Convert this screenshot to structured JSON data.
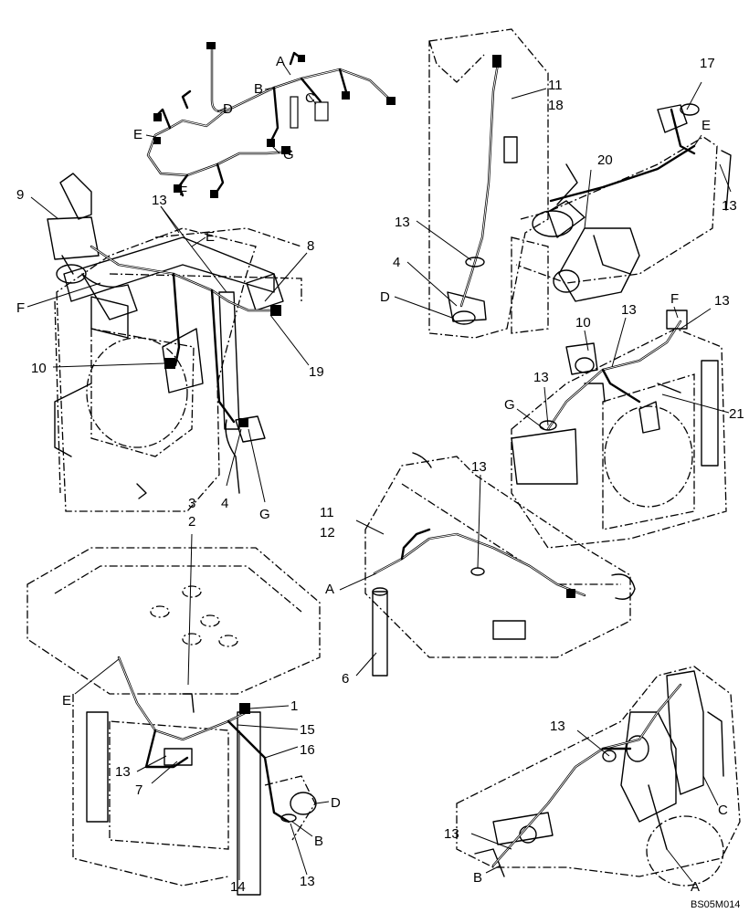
{
  "callouts": {
    "tl": {
      "n9": "9",
      "n13": "13",
      "E": "E",
      "n8": "8",
      "F": "F",
      "n10": "10",
      "n19": "19",
      "n3": "3",
      "n4": "4",
      "G": "G"
    },
    "harness": {
      "A": "A",
      "B": "B",
      "C": "C",
      "D": "D",
      "E": "E",
      "F": "F",
      "G": "G"
    },
    "tr": {
      "n11": "11",
      "n18": "18",
      "n17": "17",
      "E": "E",
      "n20": "20",
      "n13a": "13",
      "n13b": "13",
      "n4": "4",
      "D": "D"
    },
    "mr": {
      "F": "F",
      "n13a": "13",
      "n10": "10",
      "n13b": "13",
      "n13c": "13",
      "G": "G",
      "n21": "21"
    },
    "mid": {
      "n13": "13",
      "n11": "11",
      "n12": "12",
      "A": "A",
      "n6": "6"
    },
    "bl": {
      "n2": "2",
      "E": "E",
      "n1": "1",
      "n15": "15",
      "n16": "16",
      "n13a": "13",
      "n7": "7",
      "D": "D",
      "B": "B",
      "n14": "14",
      "n13b": "13"
    },
    "br": {
      "n13a": "13",
      "n13b": "13",
      "C": "C",
      "B": "B",
      "A": "A"
    }
  },
  "figure_code": "BS05M014"
}
